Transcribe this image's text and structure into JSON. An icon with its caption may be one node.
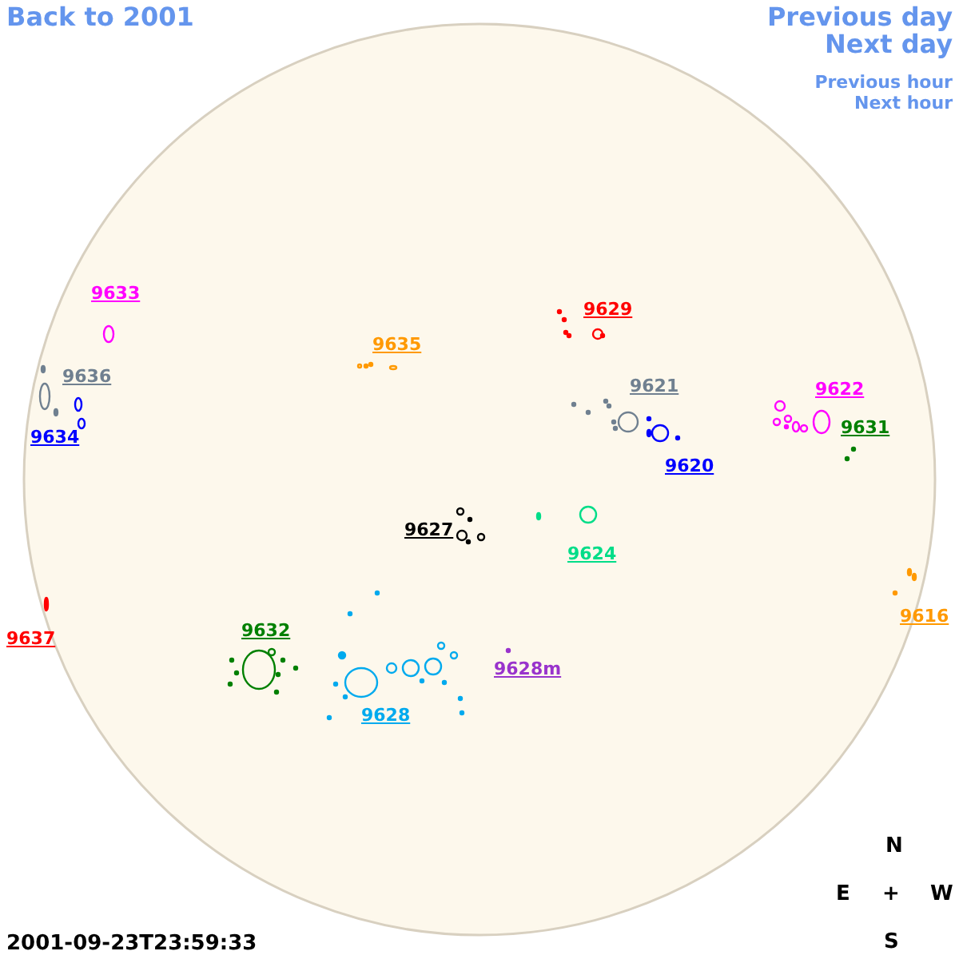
{
  "diagram": {
    "labels": [
      "Back to 2001",
      "Previous day",
      "Next day",
      "Previous hour",
      "Next hour",
      "9633",
      "9629",
      "9635",
      "9636",
      "9621",
      "9622",
      "9634",
      "9631",
      "9620",
      "9627",
      "9624",
      "9616",
      "9632",
      "9637",
      "9628m",
      "9628",
      "N",
      "E",
      "+",
      "W",
      "2001-09-23T23:59:33",
      "S"
    ]
  }
}
